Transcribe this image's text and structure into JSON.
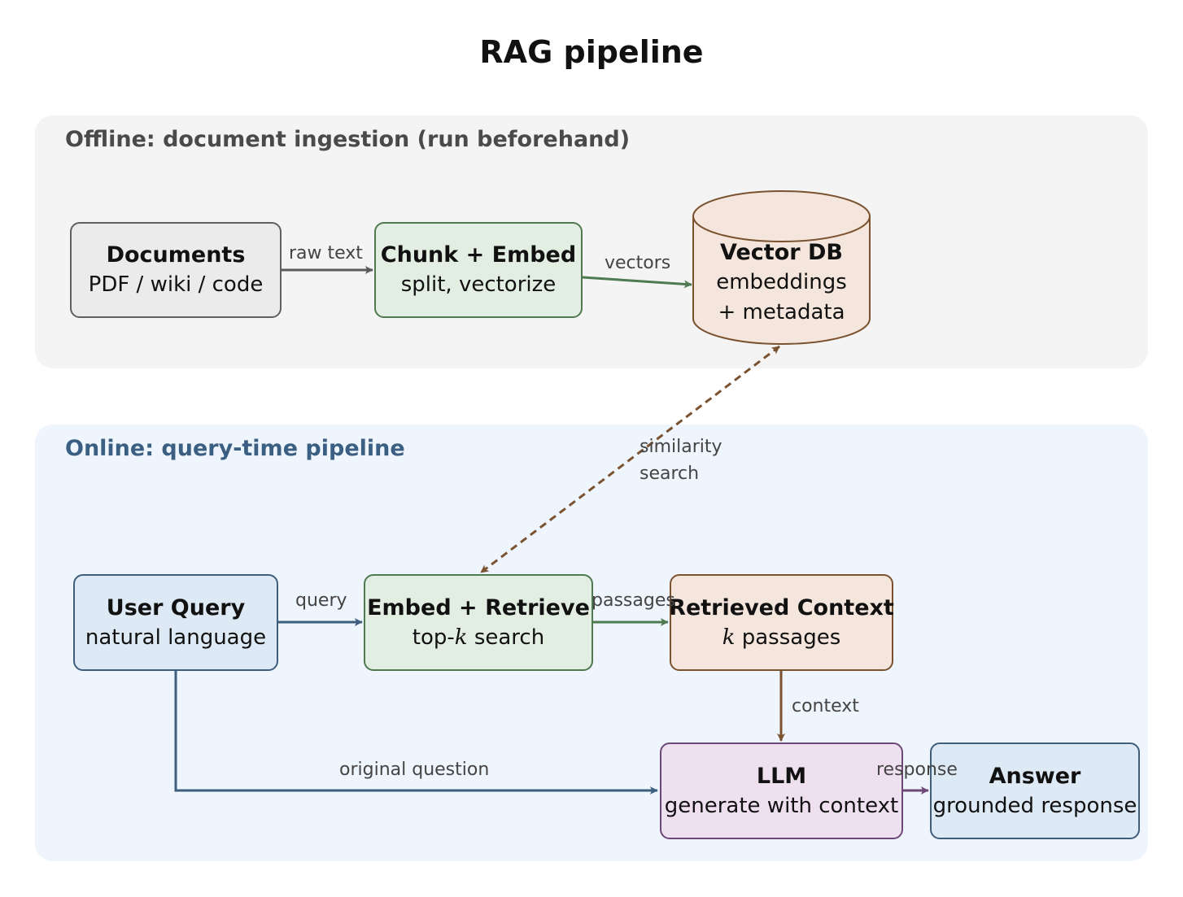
{
  "title": "RAG pipeline",
  "panels": {
    "offline": "Offline: document ingestion (run beforehand)",
    "online": "Online: query-time pipeline"
  },
  "nodes": {
    "documents": {
      "title": "Documents",
      "sub": "PDF / wiki / code"
    },
    "chunk_embed": {
      "title": "Chunk + Embed",
      "sub": "split, vectorize"
    },
    "vector_db": {
      "title": "Vector DB",
      "line1": "embeddings",
      "line2": "+ metadata"
    },
    "user_query": {
      "title": "User Query",
      "sub": "natural language"
    },
    "embed_retrieve": {
      "title": "Embed + Retrieve",
      "sub_prefix": "top-",
      "sub_var": "k",
      "sub_suffix": " search"
    },
    "retrieved_context": {
      "title": "Retrieved Context",
      "sub_var": "k",
      "sub_suffix": " passages"
    },
    "llm": {
      "title": "LLM",
      "sub": "generate with context"
    },
    "answer": {
      "title": "Answer",
      "sub": "grounded response"
    }
  },
  "edges": {
    "raw_text": "raw text",
    "vectors": "vectors",
    "similarity_1": "similarity",
    "similarity_2": "search",
    "query": "query",
    "passages": "passages",
    "context": "context",
    "original_question": "original question",
    "response": "response"
  },
  "colors": {
    "gray": "#606060",
    "green": "#4d7a51",
    "brown": "#7a5230",
    "blue": "#3e5e7e",
    "purple": "#6c4876"
  }
}
